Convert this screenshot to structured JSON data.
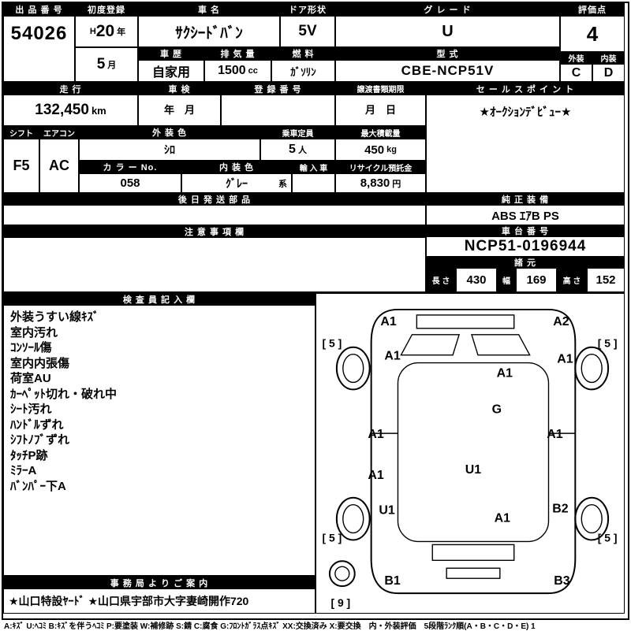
{
  "header": {
    "lot": {
      "label": "出 品 番 号",
      "value": "54026"
    },
    "first_reg": {
      "label": "初度登録",
      "era": "H",
      "year": "20",
      "year_unit": "年",
      "month": "5",
      "month_unit": "月"
    },
    "car_name": {
      "label": "車  名",
      "value": "ｻｸｼｰﾄﾞﾊﾞﾝ"
    },
    "door": {
      "label": "ドア形状",
      "value": "5V"
    },
    "grade": {
      "label": "グ レ ー ド",
      "value": "U"
    },
    "score": {
      "label": "評価点",
      "value": "4"
    },
    "exterior": {
      "label": "外装",
      "value": "C"
    },
    "interior": {
      "label": "内装",
      "value": "D"
    },
    "history": {
      "label": "車 歴",
      "value": "自家用"
    },
    "displacement": {
      "label": "排 気 量",
      "value": "1500",
      "unit": "cc"
    },
    "fuel": {
      "label": "燃 料",
      "value": "ｶﾞｿﾘﾝ"
    },
    "model_code": {
      "label": "型  式",
      "value": "CBE-NCP51V"
    }
  },
  "row2": {
    "mileage": {
      "label": "走  行",
      "value": "132,450",
      "unit": "km"
    },
    "shaken": {
      "label": "車 検",
      "value": "年　月"
    },
    "reg_no": {
      "label": "登 録 番 号",
      "value": ""
    },
    "transfer": {
      "label": "譲渡書類期限",
      "value": "月　日"
    },
    "sales_point": {
      "label": "セ ー ル ス ポ イ ン ト",
      "value": "★ｵｰｸｼｮﾝﾃﾞﾋﾞｭｰ★"
    }
  },
  "row3": {
    "shift": {
      "label": "シフト",
      "value": "F5"
    },
    "aircon": {
      "label": "エアコン",
      "value": "AC"
    },
    "ext_color": {
      "label": "外 装 色",
      "value": "ｼﾛ"
    },
    "capacity": {
      "label": "乗車定員",
      "value": "5",
      "unit": "人"
    },
    "max_load": {
      "label": "最大積載量",
      "value": "450",
      "unit": "kg"
    },
    "color_no": {
      "label": "カ ラ ー No.",
      "value": "058"
    },
    "int_color": {
      "label": "内 装 色",
      "value": "ｸﾞﾚｰ",
      "suffix": "系"
    },
    "import": {
      "label": "輸 入 車",
      "value": ""
    },
    "recycle": {
      "label": "リサイクル預託金",
      "value": "8,830",
      "unit": "円"
    }
  },
  "row4": {
    "later_parts": {
      "label": "後 日 発 送 部 品",
      "value": ""
    },
    "equipment": {
      "label": "純 正 装 備",
      "value": "ABS ｴｱB PS"
    }
  },
  "row5": {
    "notes": {
      "label": "注 意 事 項 欄",
      "value": ""
    },
    "chassis": {
      "label": "車 台 番 号",
      "value": "NCP51-0196944"
    },
    "spec": {
      "label": "諸  元",
      "length_label": "長 さ",
      "length": "430",
      "width_label": "幅",
      "width": "169",
      "height_label": "高 さ",
      "height": "152"
    }
  },
  "inspector": {
    "label": "検 査 員 記 入 欄",
    "lines": [
      "外装うすい線ｷｽﾞ",
      "室内汚れ",
      "ｺﾝｿｰﾙ傷",
      "室内内張傷",
      "荷室AU",
      "ｶｰﾍﾟｯﾄ切れ・破れ中",
      "ｼｰﾄ汚れ",
      "ﾊﾝﾄﾞﾙずれ",
      "ｼﾌﾄﾉﾌﾞずれ",
      "ﾀｯﾁP跡",
      "ﾐﾗｰA",
      "ﾊﾞﾝﾊﾟｰ下A"
    ]
  },
  "office": {
    "label": "事 務 局 よ り ご 案 内",
    "value": "★山口特設ﾔｰﾄﾞ ★山口県宇部市大字妻崎開作720"
  },
  "diagram": {
    "markers": [
      "A1",
      "A2",
      "A1",
      "A1",
      "A1",
      "G",
      "A1",
      "A1",
      "A1",
      "U1",
      "U1",
      "A1",
      "B2",
      "B1",
      "B3"
    ],
    "corners": [
      "[ 5 ]",
      "[ 5 ]",
      "[ 5 ]",
      "[ 5 ]"
    ],
    "spare": "[ 9 ]"
  },
  "legend": "A:ｷｽﾞ U:ﾍｺﾐ B:ｷｽﾞを伴うﾍｺﾐ P:要塗装 W:補修跡 S:錆 C:腐食 G:ﾌﾛﾝﾄｶﾞﾗｽ点ｷｽﾞ XX:交換済み X:要交換　内・外装評価　5段階ﾗﾝｸ順(A・B・C・D・E) 1"
}
